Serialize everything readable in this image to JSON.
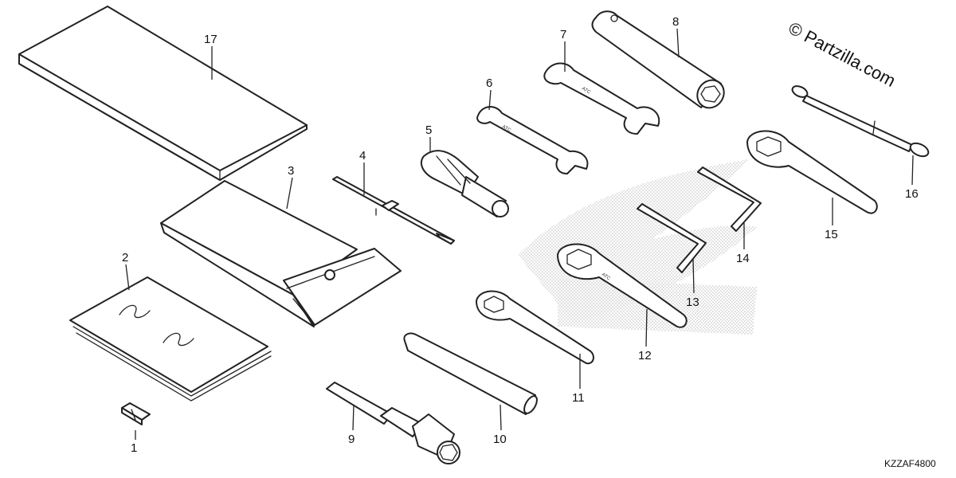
{
  "watermark": "© Partzilla.com",
  "diagram_code": "KZZAF4800",
  "callouts": [
    {
      "id": "1",
      "label": "1"
    },
    {
      "id": "2",
      "label": "2"
    },
    {
      "id": "3",
      "label": "3"
    },
    {
      "id": "4",
      "label": "4"
    },
    {
      "id": "5",
      "label": "5"
    },
    {
      "id": "6",
      "label": "6"
    },
    {
      "id": "7",
      "label": "7"
    },
    {
      "id": "8",
      "label": "8"
    },
    {
      "id": "9",
      "label": "9"
    },
    {
      "id": "10",
      "label": "10"
    },
    {
      "id": "11",
      "label": "11"
    },
    {
      "id": "12",
      "label": "12"
    },
    {
      "id": "13",
      "label": "13"
    },
    {
      "id": "14",
      "label": "14"
    },
    {
      "id": "15",
      "label": "15"
    },
    {
      "id": "16",
      "label": "16"
    },
    {
      "id": "17",
      "label": "17"
    }
  ],
  "icons": {
    "background_logo": "honda-wing-logo-icon"
  }
}
